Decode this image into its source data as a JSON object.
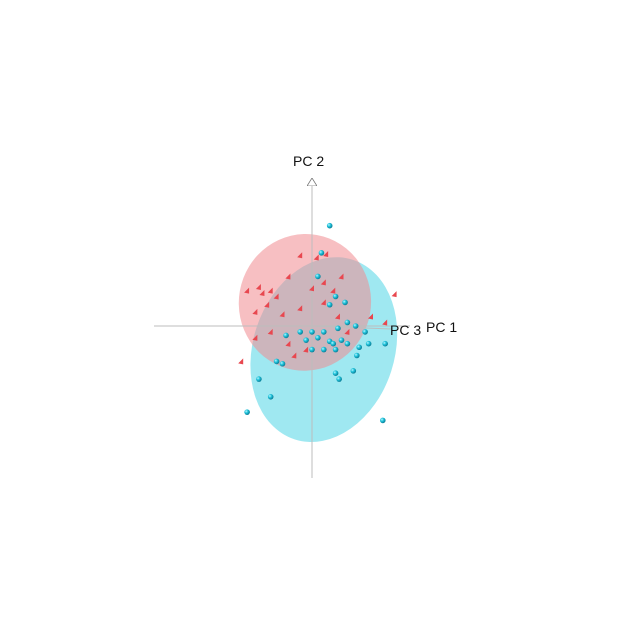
{
  "chart_data": {
    "type": "scatter",
    "title": "",
    "projection": "3d",
    "axes": {
      "x_label": "PC 1",
      "y_label": "PC 2",
      "z_label": "PC 3"
    },
    "grid": false,
    "legend": "none",
    "colors": {
      "group_a": "#e8474f",
      "group_b": "#14c3dc",
      "ellipse_a": "#f08a90",
      "ellipse_b": "#5fd8e8",
      "axis": "#bdbdbd"
    },
    "series": [
      {
        "marker": "cone",
        "color": "#e8474f",
        "ellipsoid": {
          "center": [
            -0.06,
            0.2
          ],
          "radii": [
            0.56,
            0.58
          ],
          "rotation_deg": 10
        },
        "points": [
          [
            -0.1,
            0.6
          ],
          [
            0.04,
            0.58
          ],
          [
            0.12,
            0.61
          ],
          [
            -0.2,
            0.42
          ],
          [
            0.25,
            0.42
          ],
          [
            -0.35,
            0.3
          ],
          [
            -0.42,
            0.28
          ],
          [
            -0.3,
            0.25
          ],
          [
            -0.55,
            0.3
          ],
          [
            -0.45,
            0.33
          ],
          [
            -0.48,
            0.12
          ],
          [
            -0.38,
            0.18
          ],
          [
            -0.25,
            0.1
          ],
          [
            -0.1,
            0.15
          ],
          [
            0.0,
            0.32
          ],
          [
            0.1,
            0.37
          ],
          [
            0.18,
            0.3
          ],
          [
            0.22,
            0.08
          ],
          [
            -0.48,
            -0.1
          ],
          [
            -0.35,
            -0.05
          ],
          [
            -0.05,
            -0.2
          ],
          [
            -0.15,
            -0.25
          ],
          [
            0.5,
            0.08
          ],
          [
            0.62,
            0.03
          ],
          [
            0.7,
            0.27
          ],
          [
            0.1,
            0.2
          ],
          [
            -0.2,
            -0.15
          ],
          [
            -0.6,
            -0.3
          ],
          [
            0.3,
            -0.05
          ]
        ]
      },
      {
        "marker": "sphere",
        "color": "#14c3dc",
        "ellipsoid": {
          "center": [
            0.1,
            -0.2
          ],
          "radii": [
            0.6,
            0.8
          ],
          "rotation_deg": 18
        },
        "points": [
          [
            0.15,
            0.85
          ],
          [
            0.08,
            0.62
          ],
          [
            0.2,
            0.25
          ],
          [
            0.28,
            0.2
          ],
          [
            0.15,
            0.18
          ],
          [
            0.3,
            0.03
          ],
          [
            0.22,
            -0.02
          ],
          [
            0.1,
            -0.05
          ],
          [
            0.0,
            -0.05
          ],
          [
            -0.1,
            -0.05
          ],
          [
            -0.22,
            -0.08
          ],
          [
            -0.05,
            -0.12
          ],
          [
            0.05,
            -0.1
          ],
          [
            0.15,
            -0.13
          ],
          [
            0.25,
            -0.12
          ],
          [
            0.3,
            -0.15
          ],
          [
            0.4,
            -0.18
          ],
          [
            0.48,
            -0.15
          ],
          [
            0.62,
            -0.15
          ],
          [
            0.45,
            -0.05
          ],
          [
            0.37,
            0.0
          ],
          [
            0.38,
            -0.25
          ],
          [
            0.2,
            -0.2
          ],
          [
            0.1,
            -0.2
          ],
          [
            0.0,
            -0.2
          ],
          [
            -0.3,
            -0.3
          ],
          [
            -0.25,
            -0.32
          ],
          [
            0.2,
            -0.4
          ],
          [
            0.35,
            -0.38
          ],
          [
            0.23,
            -0.45
          ],
          [
            -0.45,
            -0.45
          ],
          [
            -0.35,
            -0.6
          ],
          [
            -0.55,
            -0.73
          ],
          [
            0.6,
            -0.8
          ],
          [
            0.18,
            -0.15
          ],
          [
            0.05,
            0.42
          ]
        ]
      }
    ]
  }
}
